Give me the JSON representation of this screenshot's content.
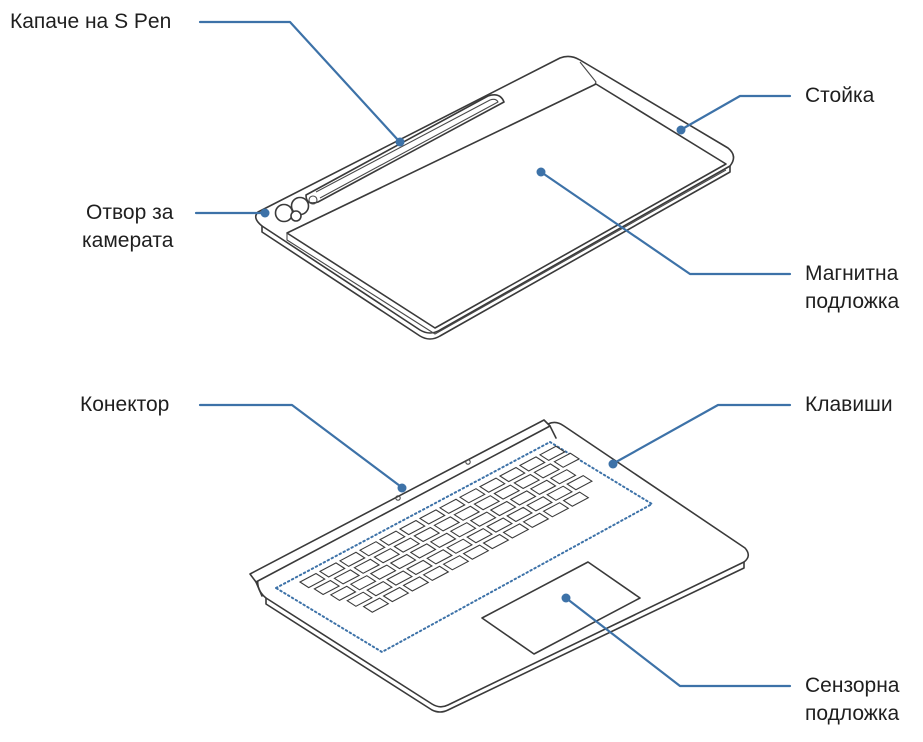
{
  "labels": {
    "pen_cover": "Капаче на S Pen",
    "camera_hole_line1": "Отвор за",
    "camera_hole_line2": "камерата",
    "stand": "Стойка",
    "magnetic_pad_line1": "Магнитна",
    "magnetic_pad_line2": "подложка",
    "connector": "Конектор",
    "keys": "Клавиши",
    "touchpad_line1": "Сензорна",
    "touchpad_line2": "подложка"
  },
  "colors": {
    "leader_line": "#3d72a8",
    "drawing_ink": "#3a3a3a",
    "label_text": "#1f1f1f",
    "background": "#ffffff"
  }
}
